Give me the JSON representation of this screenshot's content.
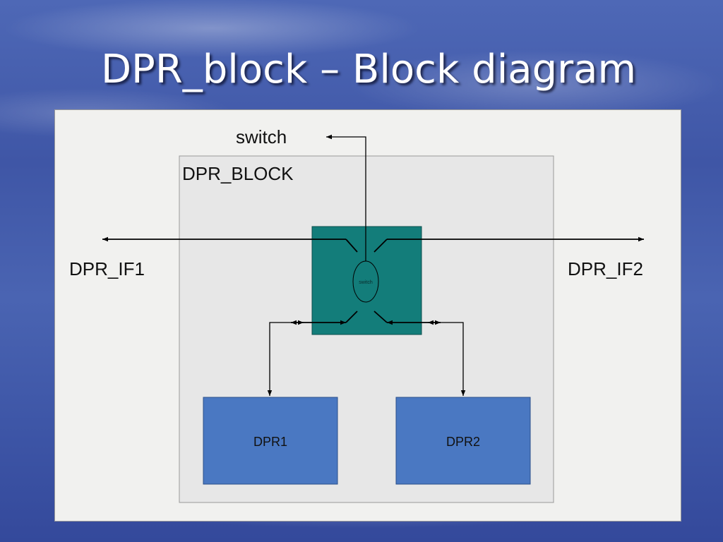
{
  "slide": {
    "title": "DPR_block – Block diagram"
  },
  "diagram": {
    "container_label": "DPR_BLOCK",
    "switch_input_label": "switch",
    "switch_node_label": "switch",
    "left_interface_label": "DPR_IF1",
    "right_interface_label": "DPR_IF2",
    "block1_label": "DPR1",
    "block2_label": "DPR2",
    "colors": {
      "switch_box": "#137d7a",
      "dpr_blocks": "#4a78c2",
      "container": "#e7e7e7",
      "panel": "#f1f1ef",
      "lines": "#000000"
    }
  }
}
